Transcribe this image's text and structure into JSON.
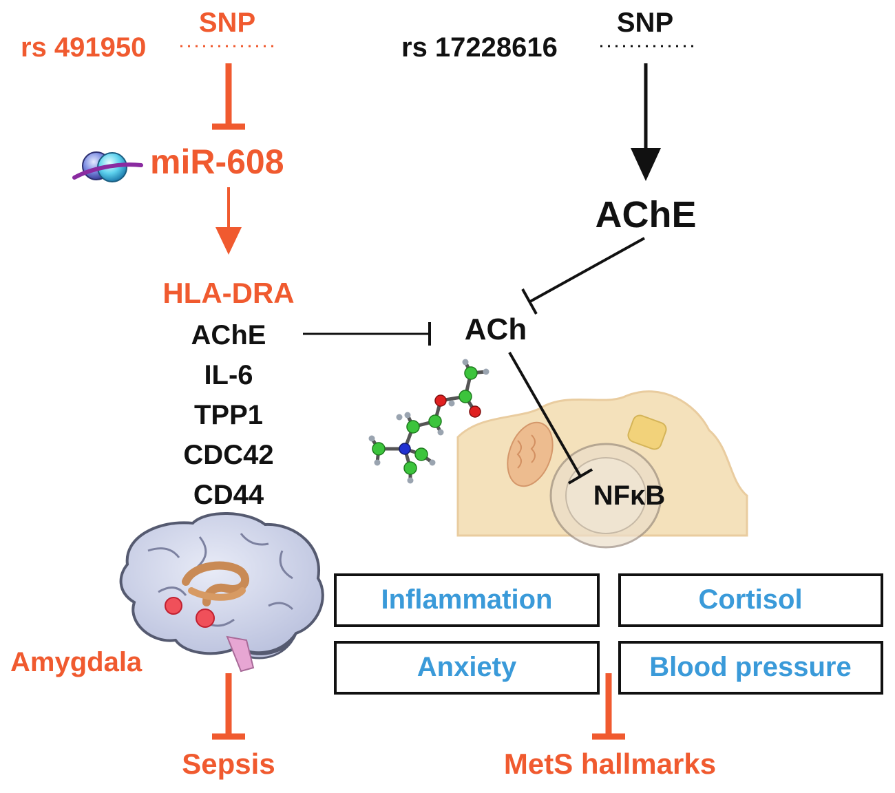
{
  "colors": {
    "accent_orange": "#f05a2f",
    "text_black": "#111111",
    "box_text_blue": "#3a9ad9",
    "cell_fill": "#f3dcb0"
  },
  "left_pathway": {
    "snp_label": "SNP",
    "snp_id": "rs 491950",
    "mirna": "miR-608",
    "mirna_icon": "rna-ball-icon",
    "targets": {
      "highlight": "HLA-DRA",
      "genes": [
        "AChE",
        "IL-6",
        "TPP1",
        "CDC42",
        "CD44"
      ]
    },
    "brain_icon": "brain-icon",
    "region": "Amygdala",
    "outcome": "Sepsis"
  },
  "right_pathway": {
    "snp_label": "SNP",
    "snp_id": "rs 17228616",
    "enzyme": "AChE",
    "neurotransmitter": "ACh",
    "molecule_icon": "acetylcholine-molecule-icon",
    "cell_icon": "cell-icon",
    "factor": "NFκB"
  },
  "hallmark_boxes": [
    "Inflammation",
    "Cortisol",
    "Anxiety",
    "Blood pressure"
  ],
  "final_outcome": "MetS hallmarks"
}
